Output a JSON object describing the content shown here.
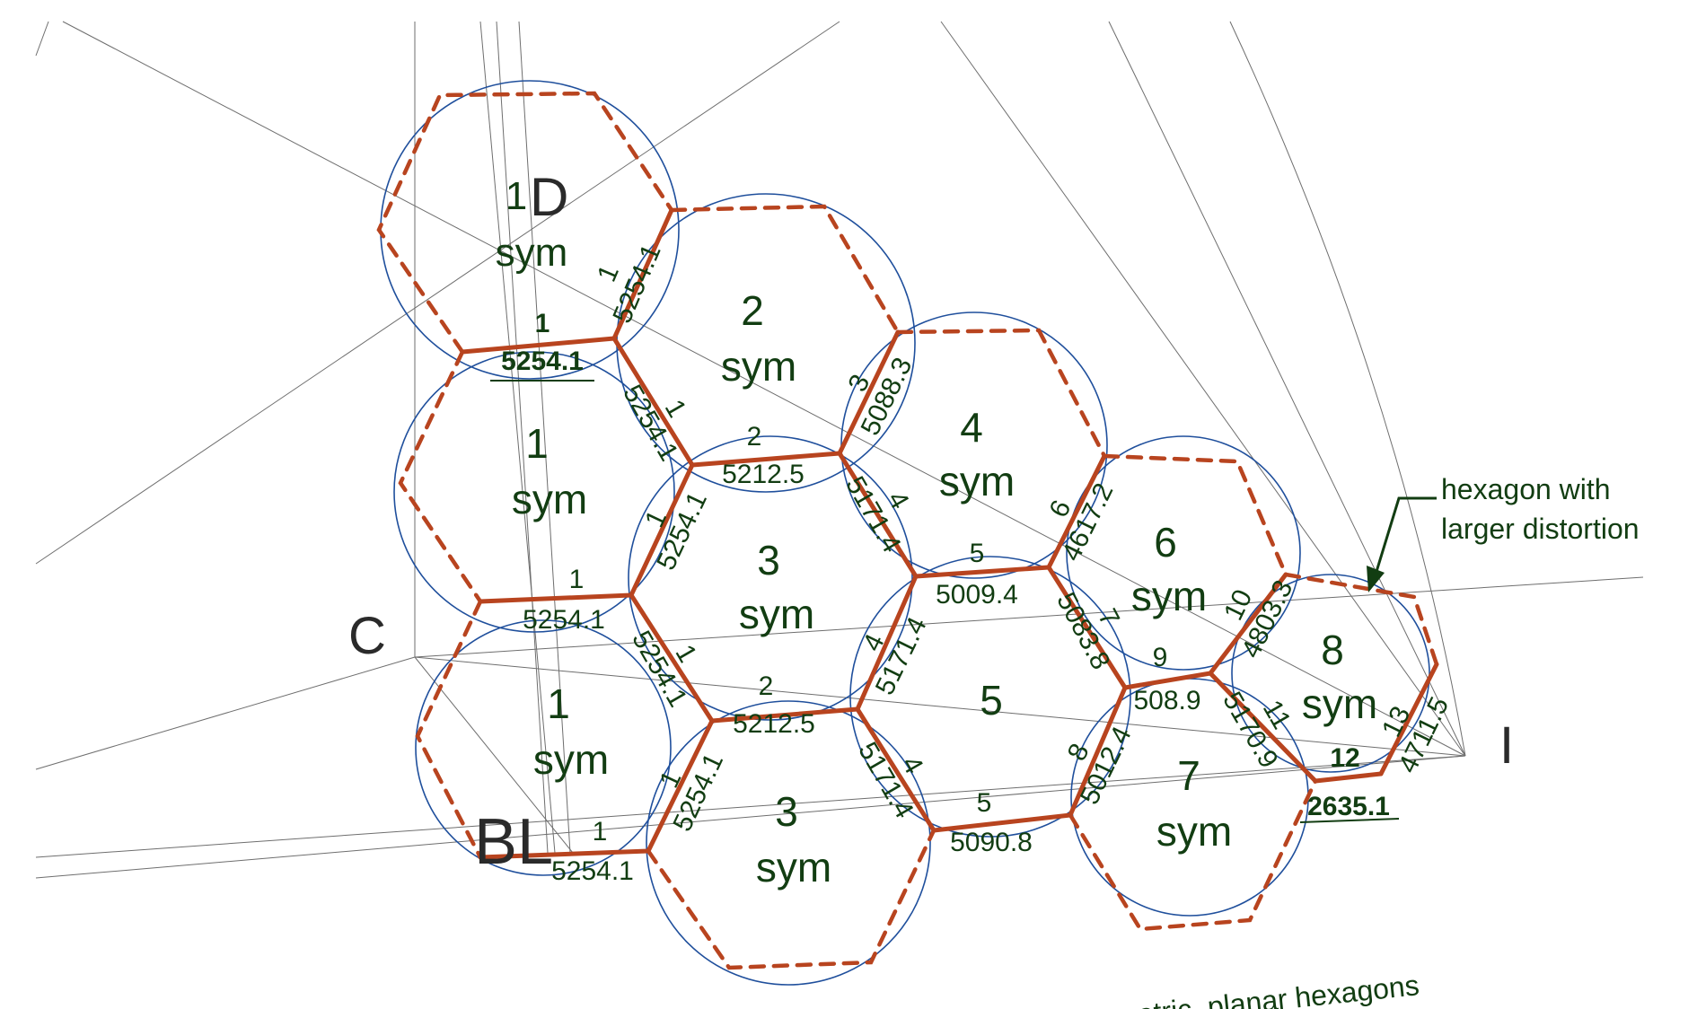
{
  "diagram": {
    "point_labels": {
      "c": "C",
      "d": "D",
      "bl": "BL",
      "i": "I"
    },
    "hexagons": [
      {
        "id": "h1-top",
        "num": "1",
        "sym": "sym"
      },
      {
        "id": "h1-mid",
        "num": "1",
        "sym": "sym"
      },
      {
        "id": "h1-low",
        "num": "1",
        "sym": "sym"
      },
      {
        "id": "h2",
        "num": "2",
        "sym": "sym"
      },
      {
        "id": "h3-up",
        "num": "3",
        "sym": "sym"
      },
      {
        "id": "h3-down",
        "num": "3",
        "sym": "sym"
      },
      {
        "id": "h4",
        "num": "4",
        "sym": "sym"
      },
      {
        "id": "h5",
        "num": "5",
        "sym": ""
      },
      {
        "id": "h6",
        "num": "6",
        "sym": "sym"
      },
      {
        "id": "h7",
        "num": "7",
        "sym": "sym"
      },
      {
        "id": "h8",
        "num": "8",
        "sym": "sym"
      }
    ],
    "edge_labels": [
      {
        "id": "e1",
        "num": "1",
        "len": "5254.1",
        "emph": true
      },
      {
        "id": "e2",
        "num": "1",
        "len": "5254.1",
        "emph": false
      },
      {
        "id": "e3",
        "num": "1",
        "len": "5254.1",
        "emph": false
      },
      {
        "id": "e4",
        "num": "1",
        "len": "5254.1",
        "emph": false
      },
      {
        "id": "e5",
        "num": "1",
        "len": "5254.1",
        "emph": false
      },
      {
        "id": "e6",
        "num": "1",
        "len": "5254.1",
        "emph": false
      },
      {
        "id": "e7",
        "num": "1",
        "len": "5254.1",
        "emph": false
      },
      {
        "id": "e8",
        "num": "1",
        "len": "5254.1",
        "emph": false
      },
      {
        "id": "e9",
        "num": "2",
        "len": "5212.5",
        "emph": false
      },
      {
        "id": "e10",
        "num": "2",
        "len": "5212.5",
        "emph": false
      },
      {
        "id": "e11",
        "num": "3",
        "len": "5088.3",
        "emph": false
      },
      {
        "id": "e12",
        "num": "4",
        "len": "5171.4",
        "emph": false
      },
      {
        "id": "e13",
        "num": "4",
        "len": "5171.4",
        "emph": false
      },
      {
        "id": "e14",
        "num": "4",
        "len": "5171.4",
        "emph": false
      },
      {
        "id": "e15",
        "num": "5",
        "len": "5009.4",
        "emph": false
      },
      {
        "id": "e16",
        "num": "5",
        "len": "5090.8",
        "emph": false
      },
      {
        "id": "e17",
        "num": "6",
        "len": "4617.2",
        "emph": false
      },
      {
        "id": "e18",
        "num": "7",
        "len": "5083.8",
        "emph": false
      },
      {
        "id": "e19",
        "num": "8",
        "len": "5012.4",
        "emph": false
      },
      {
        "id": "e20",
        "num": "9",
        "len": "508.9",
        "emph": false
      },
      {
        "id": "e21",
        "num": "10",
        "len": "4803.3",
        "emph": false
      },
      {
        "id": "e22",
        "num": "11",
        "len": "5170.9",
        "emph": false
      },
      {
        "id": "e23",
        "num": "12",
        "len": "2635.1",
        "emph": true
      },
      {
        "id": "e24",
        "num": "13",
        "len": "4711.5",
        "emph": false
      }
    ],
    "annotation": {
      "line1": "hexagon with",
      "line2": "larger distortion"
    },
    "footer_text": "...al symmetric, planar hexagons",
    "colors": {
      "hexagon_edge": "#b8441f",
      "circle": "#1f4f9c",
      "guide_line": "#6e6e6e",
      "label": "#123d12"
    }
  }
}
